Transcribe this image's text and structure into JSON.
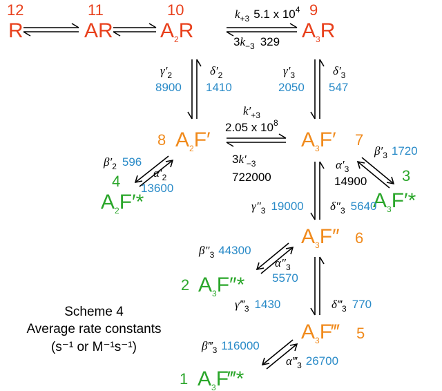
{
  "states": {
    "R": {
      "number": "12",
      "main": "R",
      "sub": "",
      "sup": ""
    },
    "AR": {
      "number": "11",
      "main": "AR",
      "sub": "",
      "sup": ""
    },
    "A2R": {
      "number": "10",
      "main": "A",
      "sub": "2",
      "tail": "R",
      "sup": ""
    },
    "A3R": {
      "number": "9",
      "main": "A",
      "sub": "3",
      "tail": "R",
      "sup": ""
    },
    "A2F1": {
      "number": "8",
      "main": "A",
      "sub": "2",
      "tail": "F",
      "sup": "′"
    },
    "A3F1": {
      "number": "7",
      "main": "A",
      "sub": "3",
      "tail": "F",
      "sup": "′"
    },
    "A2F1s": {
      "number": "4",
      "main": "A",
      "sub": "2",
      "tail": "F",
      "sup": "′*"
    },
    "A3F1s": {
      "number": "3",
      "main": "A",
      "sub": "3",
      "tail": "F",
      "sup": "′*"
    },
    "A3F2": {
      "number": "6",
      "main": "A",
      "sub": "3",
      "tail": "F",
      "sup": "″"
    },
    "A3F2s": {
      "number": "2",
      "main": "A",
      "sub": "3",
      "tail": "F",
      "sup": "″*"
    },
    "A3F3": {
      "number": "5",
      "main": "A",
      "sub": "3",
      "tail": "F",
      "sup": "‴"
    },
    "A3F3s": {
      "number": "1",
      "main": "A",
      "sub": "3",
      "tail": "F",
      "sup": "‴*"
    }
  },
  "rates": {
    "k_plus3": {
      "sym": "k",
      "sub": "+3",
      "value": "5.1 x 10",
      "exp": "4"
    },
    "k_minus3": {
      "pre": "3",
      "sym": "k",
      "sub": "−3",
      "value": "329"
    },
    "gamma2": {
      "sym": "γ′",
      "sub": "2",
      "value": "8900"
    },
    "delta2": {
      "sym": "δ′",
      "sub": "2",
      "value": "1410"
    },
    "gamma3": {
      "sym": "γ′",
      "sub": "3",
      "value": "2050"
    },
    "delta3": {
      "sym": "δ′",
      "sub": "3",
      "value": "547"
    },
    "kp_plus3": {
      "sym": "k′",
      "sub": "+3",
      "value": "2.05 x 10",
      "exp": "8"
    },
    "kp_minus3": {
      "pre": "3",
      "sym": "k′",
      "sub": "−3",
      "value": "722000"
    },
    "beta2": {
      "sym": "β′",
      "sub": "2",
      "value": "596"
    },
    "alpha2": {
      "sym": "α′",
      "sub": "2",
      "value": "13600"
    },
    "beta3": {
      "sym": "β′",
      "sub": "3",
      "value": "1720"
    },
    "alpha3": {
      "sym": "α′",
      "sub": "3",
      "value": "14900"
    },
    "gamma3b": {
      "sym": "γ″",
      "sub": "3",
      "value": "19000"
    },
    "delta3b": {
      "sym": "δ″",
      "sub": "3",
      "value": "5640"
    },
    "beta3b": {
      "sym": "β″",
      "sub": "3",
      "value": "44300"
    },
    "alpha3b": {
      "sym": "α″",
      "sub": "3",
      "value": "5570"
    },
    "gamma3c": {
      "sym": "γ‴",
      "sub": "3",
      "value": "1430"
    },
    "delta3c": {
      "sym": "δ‴",
      "sub": "3",
      "value": "770"
    },
    "beta3c": {
      "sym": "β‴",
      "sub": "3",
      "value": "116000"
    },
    "alpha3c": {
      "sym": "α‴",
      "sub": "3",
      "value": "26700"
    }
  },
  "caption": {
    "line1": "Scheme 4",
    "line2": "Average rate constants",
    "line3": "(s⁻¹ or M⁻¹s⁻¹)"
  },
  "colors": {
    "closed": "#e8401c",
    "intermediate": "#f08a1c",
    "open": "#2aa62a",
    "rate_blue": "#2a8bc8"
  }
}
